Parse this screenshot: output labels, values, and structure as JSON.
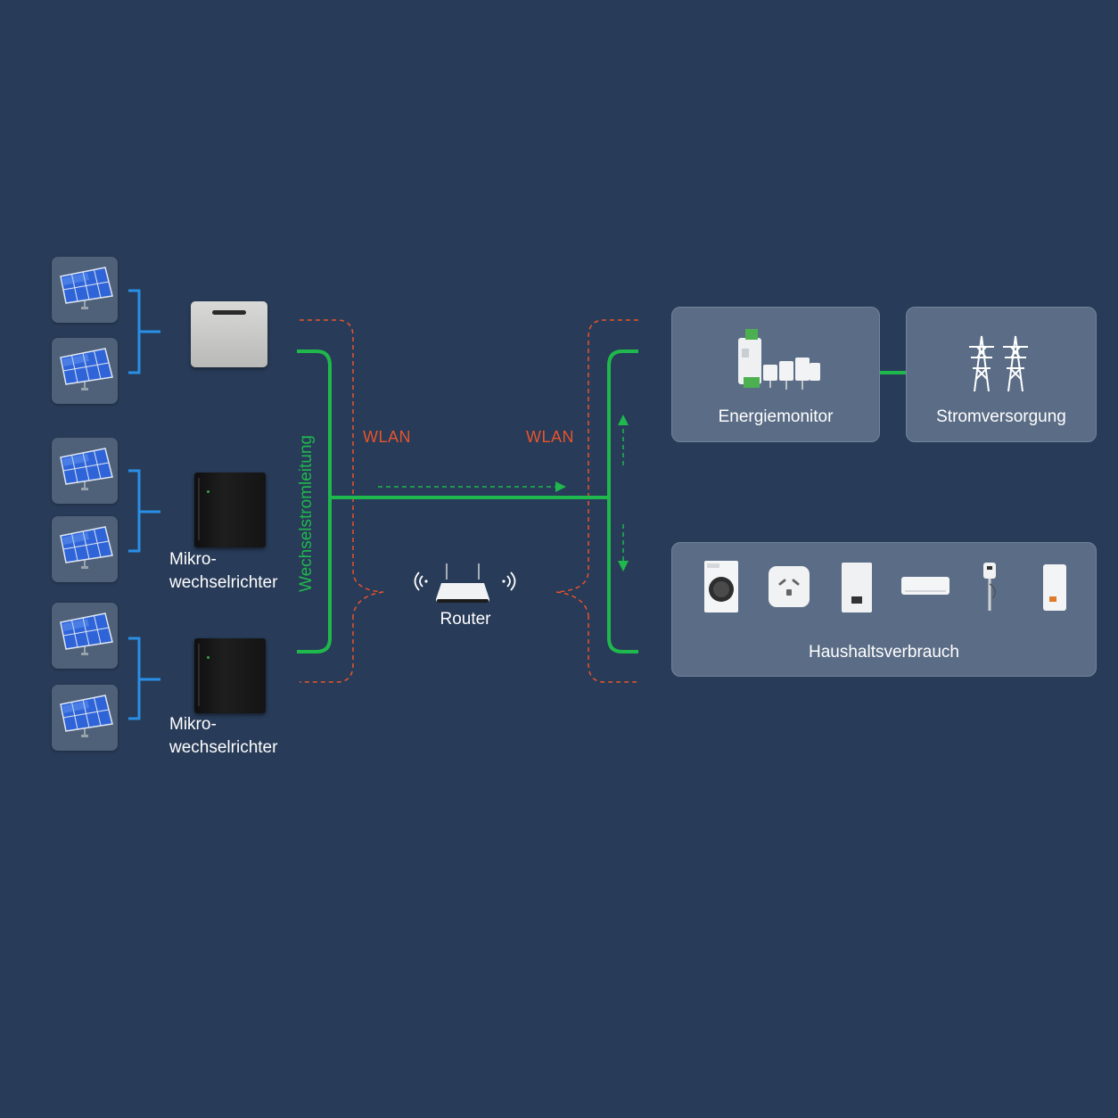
{
  "labels": {
    "micro_inverter_1": [
      "Mikro-",
      "wechselrichter"
    ],
    "micro_inverter_2": [
      "Mikro-",
      "wechselrichter"
    ],
    "ac_line": "Wechselstromleitung",
    "wlan_left": "WLAN",
    "wlan_right": "WLAN",
    "router": "Router",
    "energy_monitor": "Energiemonitor",
    "power_supply": "Stromversorgung",
    "household": "Haushaltsverbrauch"
  },
  "colors": {
    "background": "#283b58",
    "ac_line": "#1fb84c",
    "wlan": "#e8542b",
    "bracket": "#2a8fe6",
    "card": "#5b6d86"
  },
  "icons": {
    "solar_panel": "solar-panel-icon",
    "battery": "battery-storage-icon",
    "micro_inverter": "micro-inverter-icon",
    "router": "router-icon",
    "wifi": "wifi-signal-icon",
    "energy_monitor": "energy-monitor-icon",
    "pylon": "power-pylon-icon",
    "appliances": [
      "washing-machine-icon",
      "smart-plug-icon",
      "water-heater-icon",
      "air-conditioner-icon",
      "ev-charger-icon",
      "heat-pump-icon"
    ]
  }
}
